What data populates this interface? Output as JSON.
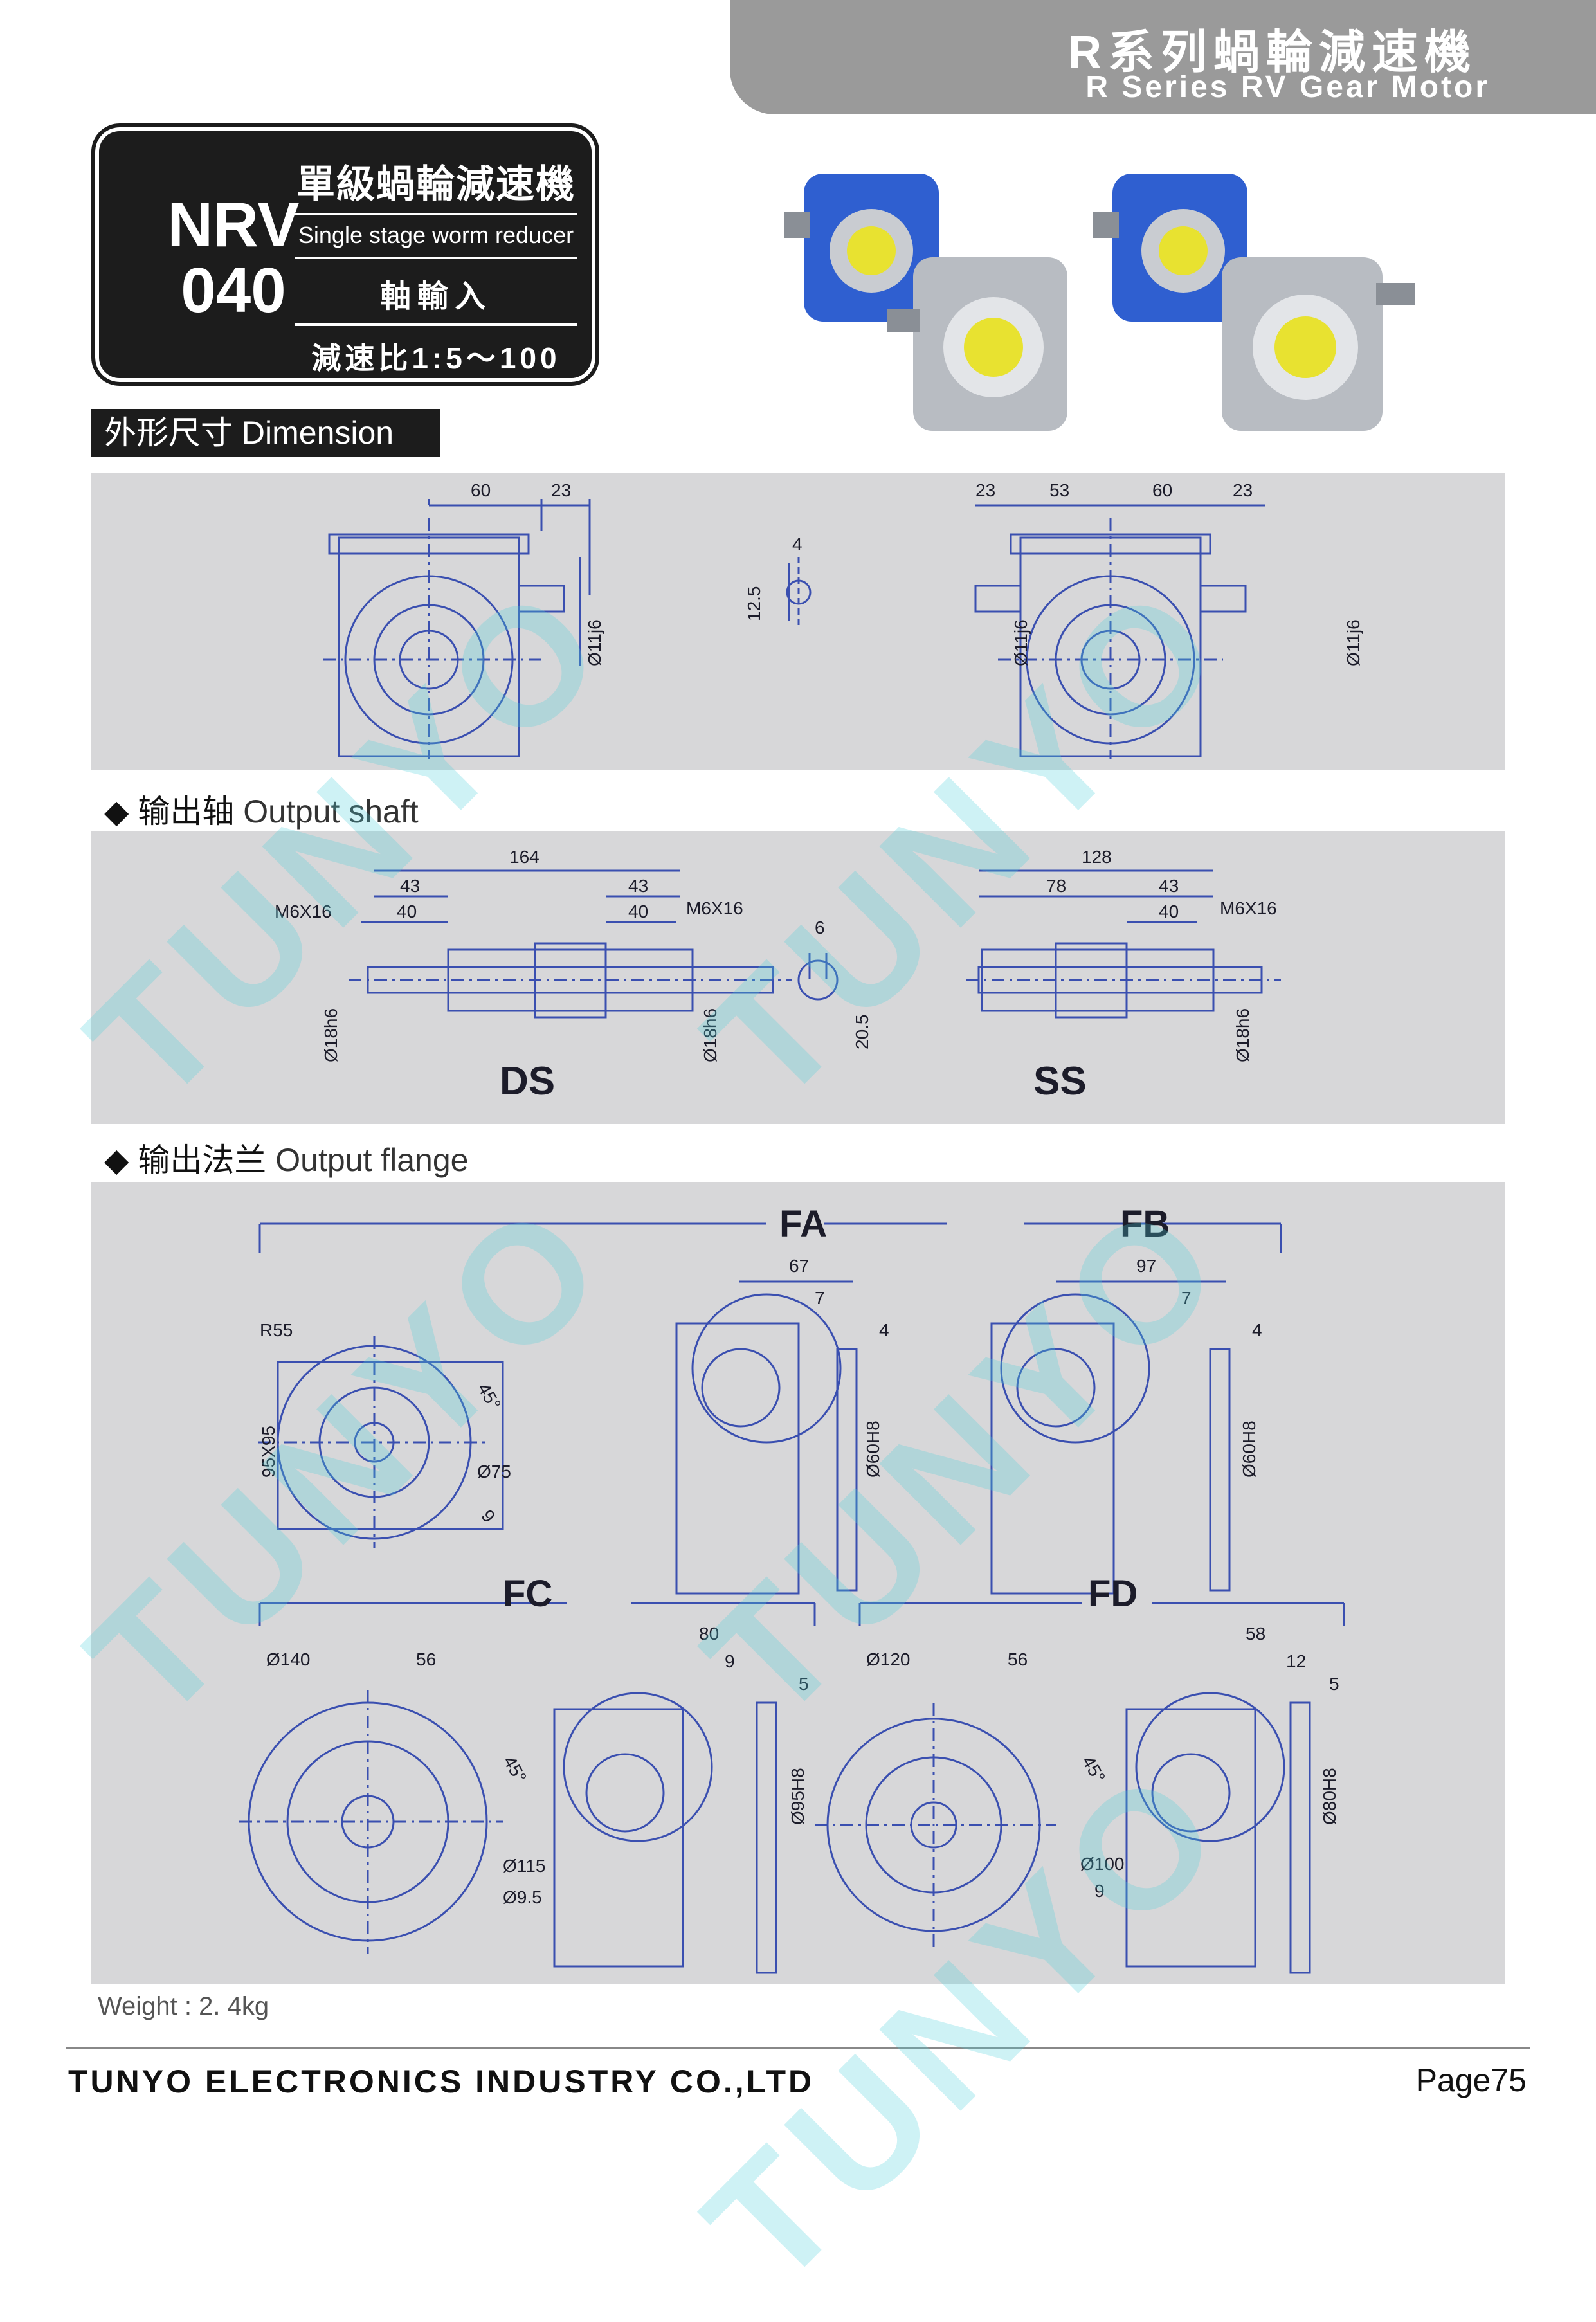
{
  "header": {
    "title_cn": "R系列蝸輪減速機",
    "title_en": "R Series RV Gear Motor"
  },
  "model_card": {
    "model_line1": "NRV",
    "model_line2": "040",
    "title_cn": "單級蝸輪減速機",
    "subtitle_en": "Single stage worm reducer",
    "input_type": "軸輸入",
    "ratio": "減速比1:5～100"
  },
  "dimension_section": {
    "label": "外形尺寸 Dimension",
    "labels": {
      "a60": "60",
      "a23": "23",
      "key4": "4",
      "key12_5": "12.5",
      "d11j6": "Ø11j6",
      "b23": "23",
      "b53": "53",
      "b60": "60",
      "b23r": "23"
    }
  },
  "output_shaft": {
    "label_cn": "◆ 输出轴",
    "label_en": "Output shaft",
    "labels": {
      "ds164": "164",
      "ds43a": "43",
      "ds43b": "43",
      "ds40a": "40",
      "ds40b": "40",
      "m6x16": "M6X16",
      "d18h6": "Ø18h6",
      "key6": "6",
      "key20_5": "20.5",
      "ss128": "128",
      "ss78": "78",
      "ss43": "43",
      "ss40": "40",
      "ds": "DS",
      "ss": "SS"
    }
  },
  "output_flange": {
    "label_cn": "◆ 输出法兰",
    "label_en": "Output flange",
    "labels": {
      "fa": "FA",
      "fb": "FB",
      "fc": "FC",
      "fd": "FD",
      "r55": "R55",
      "sq95": "95X95",
      "a45": "45°",
      "d75": "Ø75",
      "h9": "9",
      "fa67": "67",
      "fa7": "7",
      "fa4": "4",
      "d60h8": "Ø60H8",
      "fb97": "97",
      "fb7": "7",
      "fb4": "4",
      "d140": "Ø140",
      "fc56": "56",
      "d115": "Ø115",
      "d9_5": "Ø9.5",
      "fc80": "80",
      "fc9": "9",
      "fc5": "5",
      "d95h8": "Ø95H8",
      "d120": "Ø120",
      "fd56": "56",
      "d100": "Ø100",
      "fd9": "9",
      "fd58": "58",
      "fd12": "12",
      "fd5": "5",
      "d80h8": "Ø80H8"
    }
  },
  "weight": "Weight : 2. 4kg",
  "footer": {
    "company": "TUNYO ELECTRONICS INDUSTRY CO.,LTD",
    "page_label": "Page",
    "page_number": "75"
  },
  "watermark": "TUNYO",
  "colors": {
    "header_gray": "#9a9a9a",
    "panel_gray": "#d7d7d9",
    "drawing_blue": "#3a4fb0",
    "watermark_cyan": "#50d2dc",
    "motor_blue": "#2f5fd0",
    "motor_silver": "#b8bcc2"
  }
}
